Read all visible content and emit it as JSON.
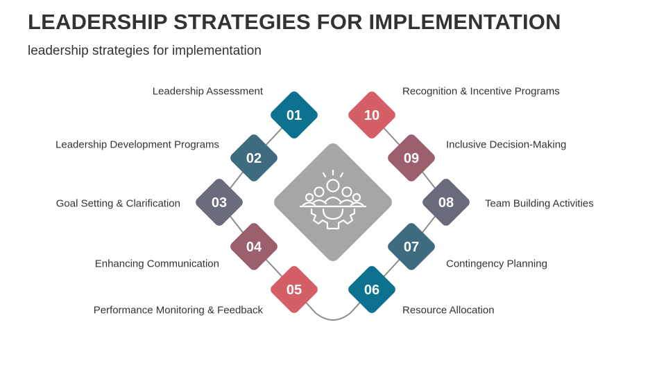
{
  "header": {
    "title": "LEADERSHIP STRATEGIES FOR IMPLEMENTATION",
    "subtitle": "leadership strategies for implementation"
  },
  "center_icon": "team-gear-icon",
  "steps": [
    {
      "number": "01",
      "label": "Leadership Assessment",
      "color": "#0d7290"
    },
    {
      "number": "02",
      "label": "Leadership Development Programs",
      "color": "#3e6b7e"
    },
    {
      "number": "03",
      "label": "Goal Setting & Clarification",
      "color": "#6b6b7e"
    },
    {
      "number": "04",
      "label": "Enhancing Communication",
      "color": "#9c5f6c"
    },
    {
      "number": "05",
      "label": "Performance Monitoring & Feedback",
      "color": "#d45f66"
    },
    {
      "number": "06",
      "label": "Resource Allocation",
      "color": "#0d7290"
    },
    {
      "number": "07",
      "label": "Contingency Planning",
      "color": "#3e6b7e"
    },
    {
      "number": "08",
      "label": "Team Building Activities",
      "color": "#6b6b7e"
    },
    {
      "number": "09",
      "label": "Inclusive Decision-Making",
      "color": "#9c5f6c"
    },
    {
      "number": "10",
      "label": "Recognition & Incentive Programs",
      "color": "#d45f66"
    }
  ],
  "colors": {
    "center_diamond": "#a6a6a6",
    "connector": "#8c8c8c",
    "text": "#333333"
  }
}
